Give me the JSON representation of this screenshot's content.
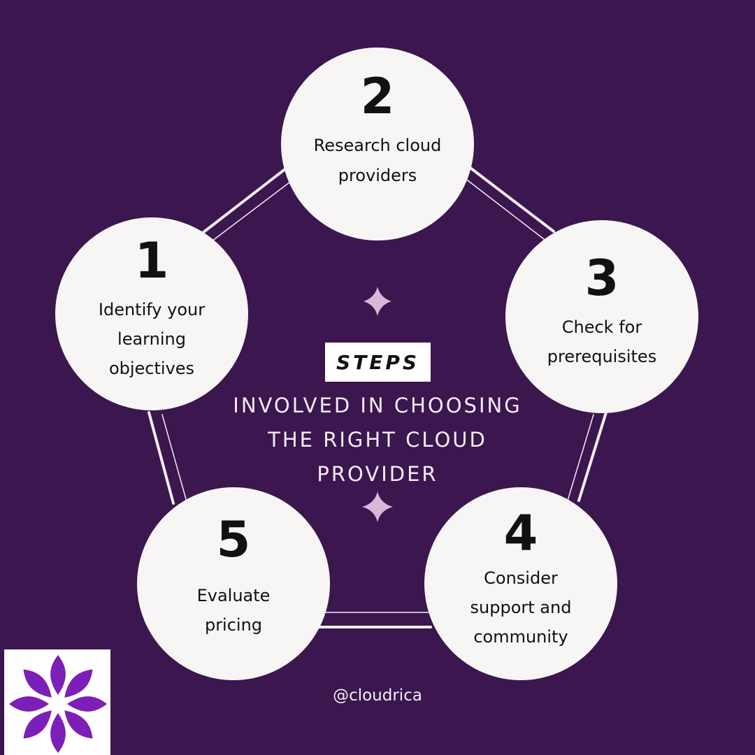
{
  "colors": {
    "background": "#3c164f",
    "circle_fill": "#f7f6f4",
    "connector": "#f3eef5",
    "sparkle": "#d8b8d8",
    "logo_petal": "#7b1fb8"
  },
  "steps": [
    {
      "number": "1",
      "label": "Identify your\nlearning\nobjectives"
    },
    {
      "number": "2",
      "label": "Research cloud\nproviders"
    },
    {
      "number": "3",
      "label": "Check for\nprerequisites"
    },
    {
      "number": "4",
      "label": "Consider\nsupport and\ncommunity"
    },
    {
      "number": "5",
      "label": "Evaluate\npricing"
    }
  ],
  "center": {
    "badge": "STEPS",
    "subtitle": "INVOLVED IN CHOOSING\nTHE RIGHT CLOUD\nPROVIDER"
  },
  "footer": {
    "handle": "@cloudrica"
  },
  "icons": {
    "sparkle": "four-point-star-icon",
    "logo": "flower-logo-icon"
  }
}
